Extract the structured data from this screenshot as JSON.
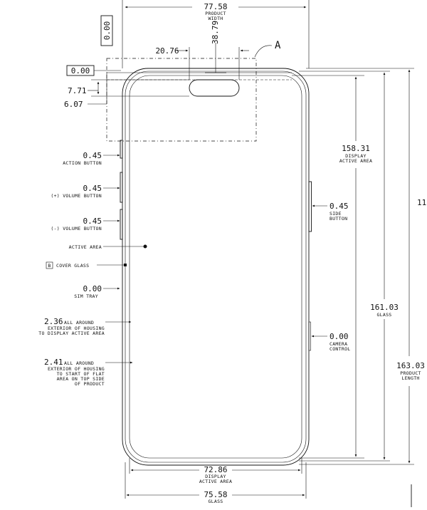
{
  "dimensions": {
    "product_width": {
      "value": "77.58",
      "label_1": "PRODUCT",
      "label_2": "WIDTH"
    },
    "top_box": "0.00",
    "left_box": "0.00",
    "island_left": "20.76",
    "island_right": "38.79",
    "callout": "A",
    "island_top": "7.71",
    "island_bottom": "6.07",
    "display_active_area_height": {
      "value": "158.31",
      "label_1": "DISPLAY",
      "label_2": "ACTIVE AREA"
    },
    "glass_height": {
      "value": "161.03",
      "label_1": "GLASS"
    },
    "product_length": {
      "value": "163.03",
      "label_1": "PRODUCT",
      "label_2": "LENGTH"
    },
    "edge_label": "11",
    "display_active_area_width": {
      "value": "72.86",
      "label_1": "DISPLAY",
      "label_2": "ACTIVE AREA"
    },
    "glass_width": {
      "value": "75.58",
      "label_1": "GLASS"
    }
  },
  "left_callouts": {
    "action_button": {
      "value": "0.45",
      "label": "ACTION BUTTON"
    },
    "volume_up": {
      "value": "0.45",
      "label": "(+) VOLUME BUTTON"
    },
    "volume_down": {
      "value": "0.45",
      "label": "(-) VOLUME BUTTON"
    },
    "active_area": {
      "label": "ACTIVE AREA"
    },
    "cover_glass": {
      "tag": "B",
      "label": "COVER GLASS"
    },
    "sim_tray": {
      "value": "0.00",
      "label": "SIM TRAY"
    },
    "border_display": {
      "value": "2.36",
      "lines": [
        "ALL AROUND",
        "EXTERIOR OF HOUSING",
        "TO DISPLAY ACTIVE AREA"
      ]
    },
    "border_flat": {
      "value": "2.41",
      "lines": [
        "ALL AROUND",
        "EXTERIOR OF HOUSING",
        "TO START OF FLAT",
        "AREA ON TOP SIDE",
        "OF PRODUCT"
      ]
    }
  },
  "right_callouts": {
    "side_button": {
      "value": "0.45",
      "label_1": "SIDE",
      "label_2": "BUTTON"
    },
    "camera_control": {
      "value": "0.00",
      "label_1": "CAMERA",
      "label_2": "CONTROL"
    }
  }
}
